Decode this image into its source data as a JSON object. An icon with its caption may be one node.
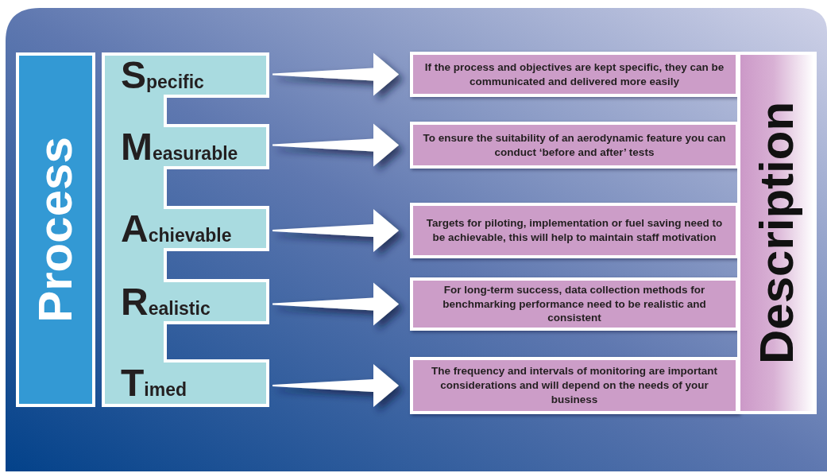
{
  "diagram": {
    "nodes": [
      {
        "text": [
          "Process"
        ]
      },
      {
        "text": [
          "Specific"
        ]
      },
      {
        "text": [
          "Measurable"
        ]
      },
      {
        "text": [
          "Achievable"
        ]
      },
      {
        "text": [
          "Realistic"
        ]
      },
      {
        "text": [
          "Timed"
        ]
      },
      {
        "text": [
          "If the process and objectives are kept specific, they can be communicated and delivered more easily"
        ]
      },
      {
        "text": [
          "To ensure the suitability of an aerodynamic feature you can conduct ‘before and after’ tests"
        ]
      },
      {
        "text": [
          "Targets for piloting, implementation or fuel saving need to be achievable, this will help to maintain staff motivation"
        ]
      },
      {
        "text": [
          "For long-term success, data collection methods for benchmarking performance need to be realistic and consistent"
        ]
      },
      {
        "text": [
          "The frequency and intervals of monitoring are important considerations and will depend on the needs of your business"
        ]
      },
      {
        "text": [
          "Description"
        ]
      }
    ],
    "edges": [
      {
        "from": 1,
        "to": 6,
        "arrow": "to"
      },
      {
        "from": 2,
        "to": 7,
        "arrow": "to"
      },
      {
        "from": 3,
        "to": 8,
        "arrow": "to"
      },
      {
        "from": 4,
        "to": 9,
        "arrow": "to"
      },
      {
        "from": 5,
        "to": 10,
        "arrow": "to"
      }
    ]
  }
}
